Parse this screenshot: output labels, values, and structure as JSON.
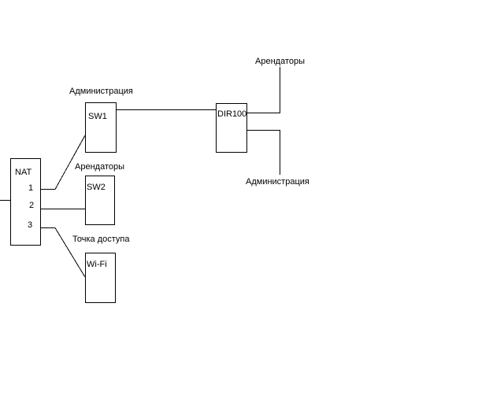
{
  "diagram": {
    "line_color": "#000000",
    "background": "#ffffff",
    "devices": {
      "nat": {
        "label": "NAT",
        "ports": [
          "1",
          "2",
          "3"
        ]
      },
      "sw1": {
        "label": "SW1"
      },
      "sw2": {
        "label": "SW2"
      },
      "wifi": {
        "label": "Wi-Fi"
      },
      "dir100": {
        "label": "DIR100"
      }
    },
    "captions": {
      "sw1": "Администрация",
      "sw2": "Арендаторы",
      "wifi": "Точка доступа",
      "dir100_top": "Арендаторы",
      "dir100_bottom": "Администрация"
    }
  }
}
